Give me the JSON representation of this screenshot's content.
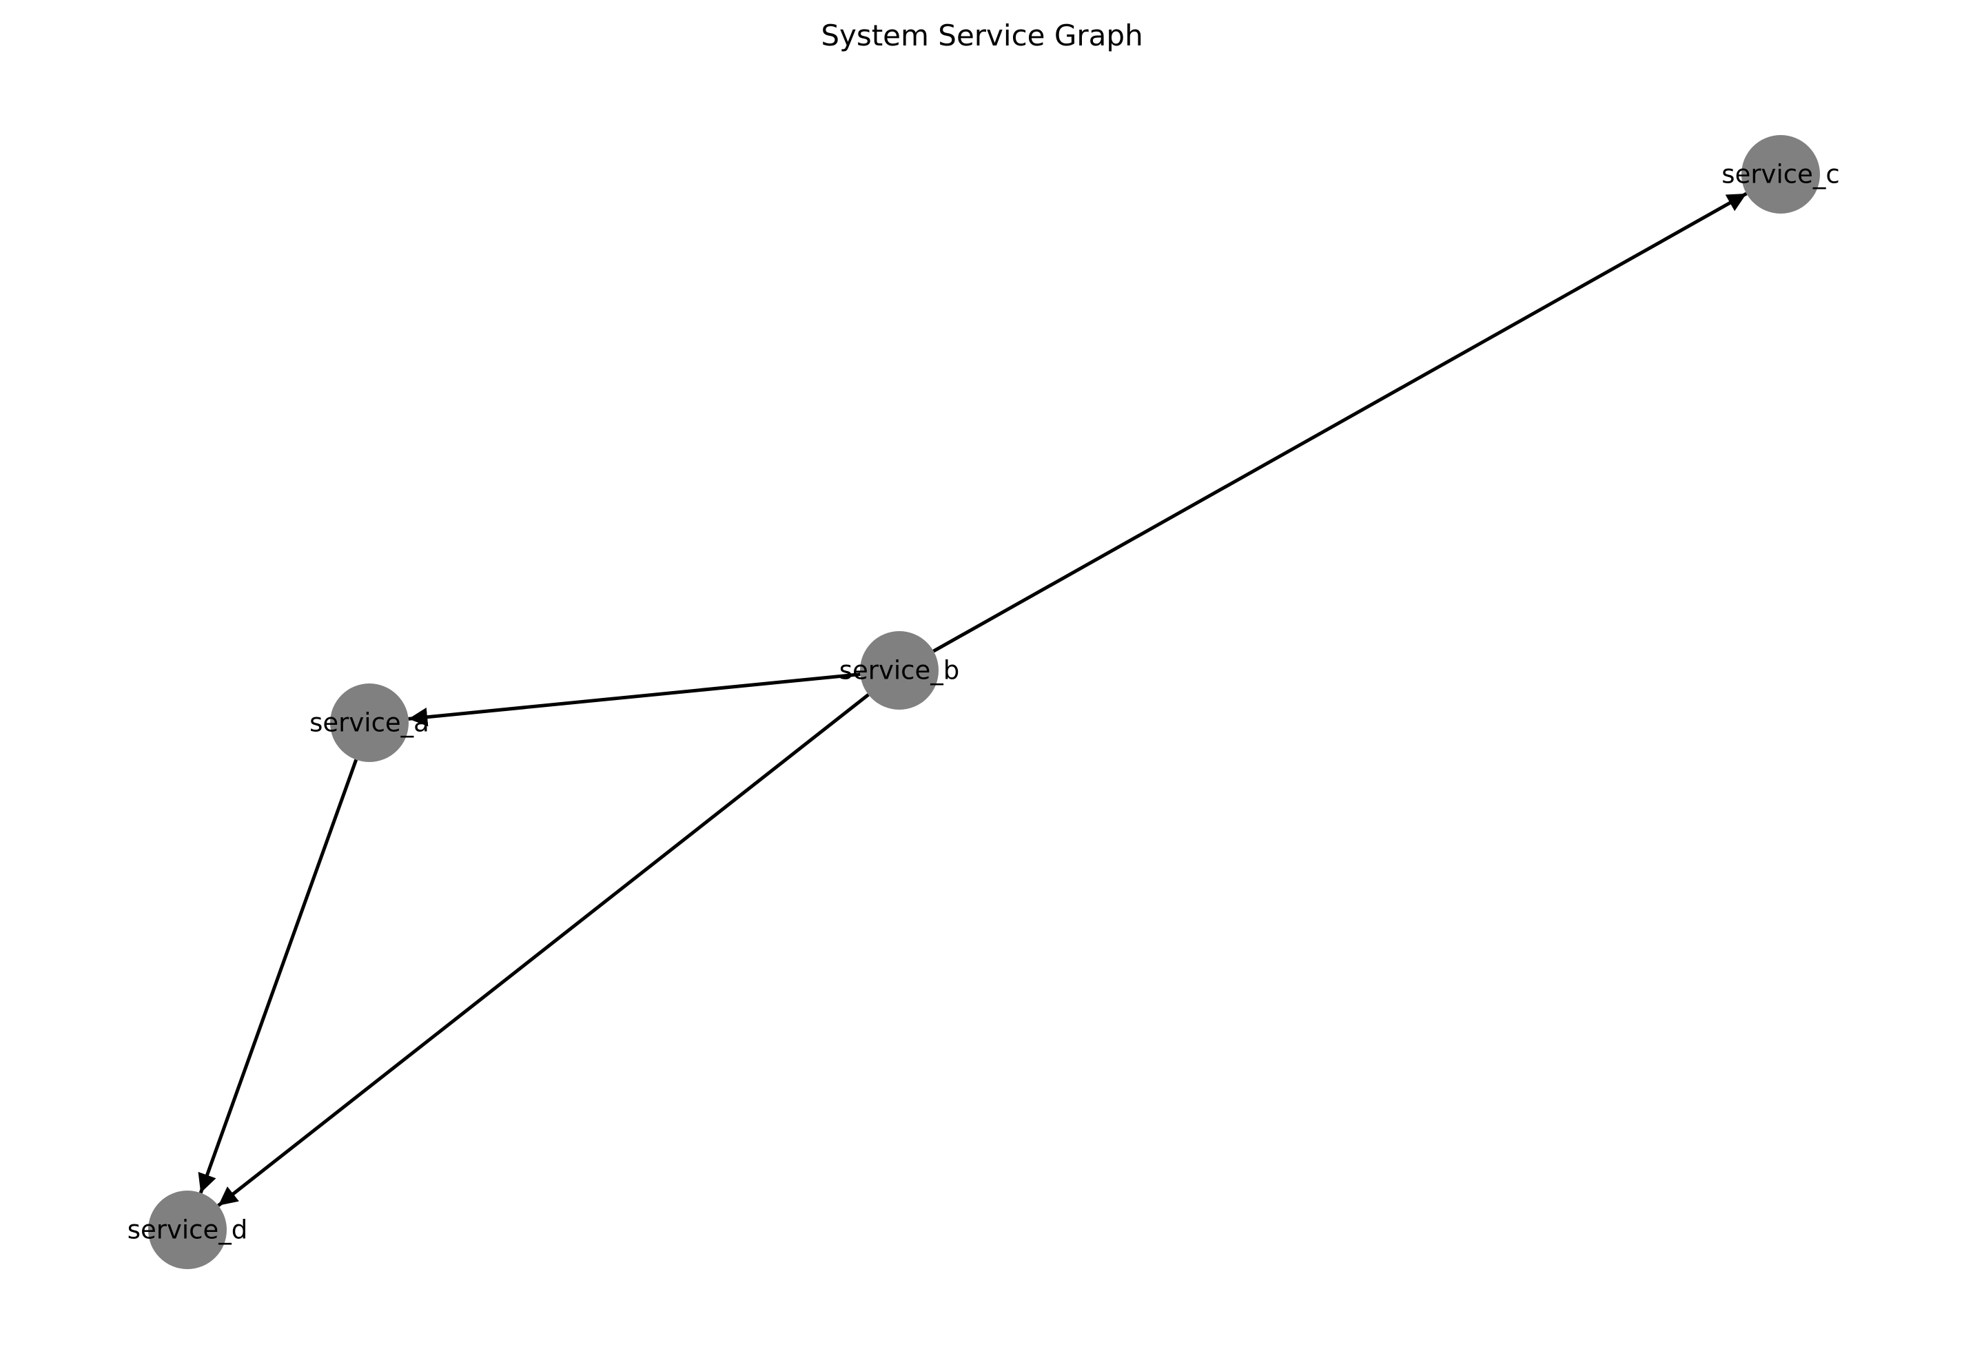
{
  "title": "System Service Graph",
  "colors": {
    "node_fill": "#808080",
    "edge_stroke": "#000000",
    "label_text": "#000000",
    "background": "#ffffff"
  },
  "nodes": [
    {
      "id": "service_a",
      "label": "service_a"
    },
    {
      "id": "service_b",
      "label": "service_b"
    },
    {
      "id": "service_c",
      "label": "service_c"
    },
    {
      "id": "service_d",
      "label": "service_d"
    }
  ],
  "edges": [
    {
      "from": "service_b",
      "to": "service_a"
    },
    {
      "from": "service_b",
      "to": "service_c"
    },
    {
      "from": "service_b",
      "to": "service_d"
    },
    {
      "from": "service_a",
      "to": "service_d"
    }
  ]
}
